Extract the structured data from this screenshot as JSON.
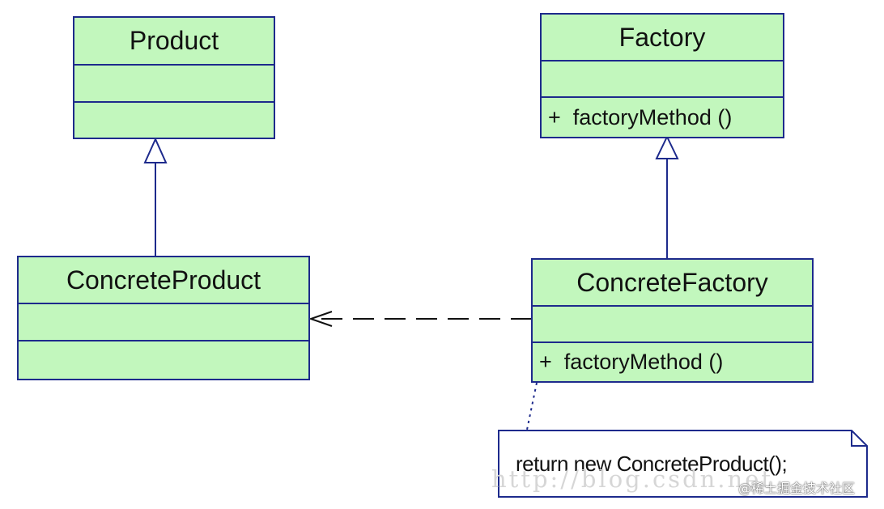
{
  "diagram": {
    "classes": {
      "product": {
        "name": "Product",
        "operations": ""
      },
      "factory": {
        "name": "Factory",
        "operations": "+  factoryMethod ()"
      },
      "concrete_product": {
        "name": "ConcreteProduct",
        "operations": ""
      },
      "concrete_factory": {
        "name": "ConcreteFactory",
        "operations": "+  factoryMethod ()"
      }
    },
    "note": {
      "text": "return new ConcreteProduct();"
    },
    "relationships": [
      {
        "type": "generalization",
        "from": "ConcreteProduct",
        "to": "Product"
      },
      {
        "type": "generalization",
        "from": "ConcreteFactory",
        "to": "Factory"
      },
      {
        "type": "dependency",
        "from": "ConcreteFactory",
        "to": "ConcreteProduct"
      },
      {
        "type": "note-anchor",
        "from": "note",
        "to": "ConcreteFactory"
      }
    ],
    "colors": {
      "class_fill": "#c2f7bd",
      "class_border": "#1d2a8c",
      "dependency_line": "#111111"
    }
  },
  "watermark": {
    "url": "http://blog.csdn.net",
    "brand": "@稀土掘金技术社区"
  }
}
